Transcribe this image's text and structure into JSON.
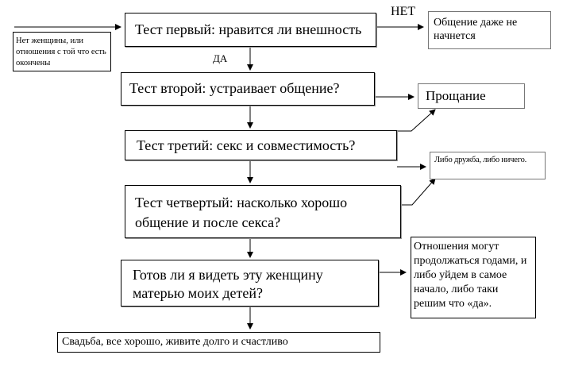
{
  "tests": {
    "t1": "Тест первый: нравится ли внешность",
    "t2": "Тест второй: устраивает общение?",
    "t3": "Тест третий: секс и совместимость?",
    "t4": "Тест четвертый: насколько хорошо общение и после секса?",
    "t5": "Готов ли я видеть эту женщину матерью моих детей?"
  },
  "outcomes": {
    "start": "Нет женщины, или отношения с той что есть окончены",
    "no_start": "Общение даже не начнется",
    "farewell": "Прощание",
    "friendship": "Либо дружба, либо ничего.",
    "years": "Отношения могут продолжаться годами, и либо уйдем в самое начало, либо таки решим что «да».",
    "wedding": "Свадьба, все хорошо, живите долго и счастливо"
  },
  "labels": {
    "no": "НЕТ",
    "yes": "ДА"
  }
}
